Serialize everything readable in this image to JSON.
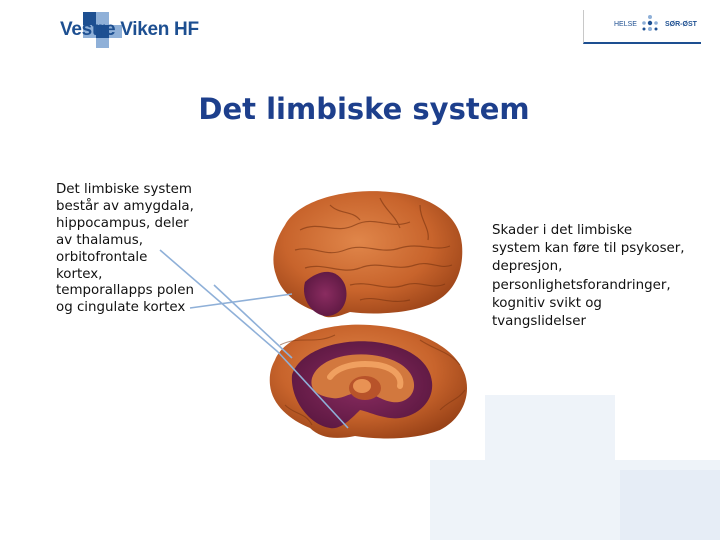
{
  "header": {
    "org_logo_text": "Vestre Viken HF",
    "partner_logo_left": "HELSE",
    "partner_logo_right": "SØR-ØST"
  },
  "slide": {
    "title": "Det limbiske system",
    "left_text": "Det limbiske system\nbestår av amygdala,\nhippocampus, deler\nav thalamus,\norbitofrontale\nkortex,\ntemporallapps polen\nog cingulate kortex",
    "right_text": "Skader i det limbiske\nsystem kan føre til psykoser,\ndepresjon,\npersonlighetsforandringer,\nkognitiv svikt og\ntvangslidelser"
  },
  "colors": {
    "brand_blue": "#1d4f91",
    "title_blue": "#1d3f8c",
    "brain_orange": "#c8642c",
    "limbic_purple": "#6e1f4f",
    "pointer_line": "#8fb0d8",
    "background_cross": "#eaf0f8"
  }
}
